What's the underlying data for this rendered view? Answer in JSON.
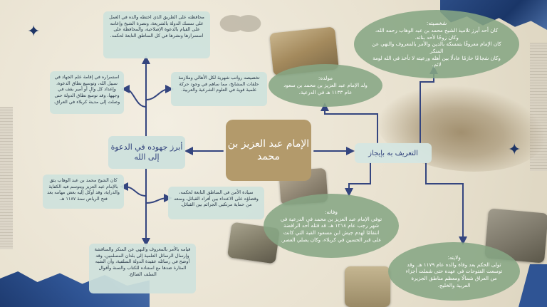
{
  "central_topic": "الإمام عبد العزيز بن محمد",
  "brief_node": "التعريف به بإيجاز",
  "efforts_node": "أبرز جهوده في الدعوة إلى الله",
  "brief_branches": {
    "personality": {
      "title": "شخصيته:",
      "lines": [
        "كان أحد أبرز تلاميذ الشيخ محمد بن عبد الوهاب رحمه الله، وكان زوجًا لأحد بناته.",
        "كان الإمام معروفًا بتمسكه بالدين والأمر بالمعروف والنهي عن المنكر",
        "وكان شجاعًا حازمًا عادلًا بين أهله ورعيته لا تأخذ في الله لومة لائم."
      ]
    },
    "birth": {
      "title": "مولده:",
      "text": "ولد الإمام عبد العزيز بن محمد بن سعود عام ١١٣٣ هـ في الدرعية."
    },
    "death": {
      "title": "وفاته:",
      "text": "توفي الإمام عبد العزيز بن محمد في الدرعية في شهر رجب عام ١٢١٨ هـ. قد قتله أحد الرافضة انتقامًا لهدم جيش ابن مسعود القبة التي كانت على قبر الحسين في كربلاء، وكان يصلي العصر."
    },
    "reign": {
      "title": "ولايته:",
      "text": "تولى الحكم بعد وفاة والده عام ١١٧٩ هـ. وقد توسعت الفتوحات في عهده حتى شملت أجزاء من العراق شمالًا ومعظم مناطق الجزيرة العربية والخليج."
    }
  },
  "efforts": [
    {
      "id": "e1",
      "text": "محافظته على الطريق الذي اختطه والده في العمل على تمسك الدولة بالشريعة، ونصرة الشيخ وإعانته على القيام بالدعوة الإصلاحية، والمحافظة على استمرارها ونشرها في كل المناطق التابعة لحكمه."
    },
    {
      "id": "e2",
      "text": "استمراره في إقامة علم الجهاد في سبيل الله، وتوسيع نطاق الدعوة، وإعداد كل والٍ أو أمير يقف في وجهها، وقد توسع نطاق الدولة حتى وصلت إلى مدينة كربلاء في العراق."
    },
    {
      "id": "e3",
      "text": "تخصيصه رواتب شهرية لكل الأهالي وملازمة حلقات المشايخ، مما ساهم في وجود حركة علمية قوية في العلوم الشرعية والعربية."
    },
    {
      "id": "e4",
      "text": "كان الشيخ محمد بن عبد الوهاب يثق بالإمام عبد العزيز ويتوسم فيه الكفاية والدراية، وقد أوكل إليه بعض مهامه بعد فتح الرياض سنة ١١٨٧ هـ."
    },
    {
      "id": "e5",
      "text": "سيادة الأمن في المناطق التابعة لحكمه، وقضاؤه على الاعتداء بين أفراد القبائل، ومنعه من حماية مرتكبي الجرائم بين القبائل."
    },
    {
      "id": "e6",
      "text": "قيامه بالأمر بالمعروف والنهي عن المنكر والمناقشة وإرسال الرسائل العلمية إلى بلدان المسلمين، وقد أوضح في رسائله عقيدة الدولة السلفية، وأن الشبه المثارة ضدها مع استناده للكتاب والسنة وأقوال السلف الصالح."
    }
  ],
  "colors": {
    "center": "#b39a6b",
    "oval": "#86a684",
    "box": "#cee2dc",
    "connector": "#34457f",
    "accent_blue": "#2c4d86"
  }
}
